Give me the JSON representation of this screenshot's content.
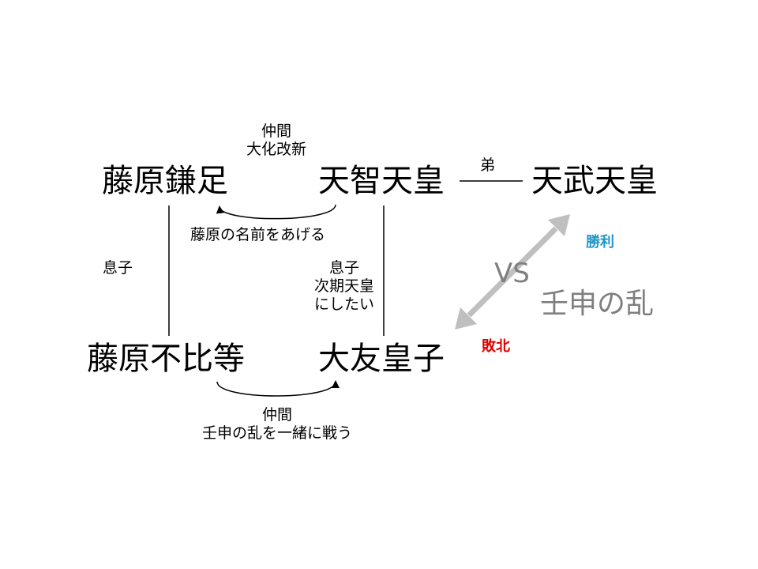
{
  "people": {
    "kamatari": "藤原鎌足",
    "tenji": "天智天皇",
    "tenmu": "天武天皇",
    "fuhito": "藤原不比等",
    "otomo": "大友皇子"
  },
  "labels": {
    "ally_top_1": "仲間",
    "ally_top_2": "大化改新",
    "brother": "弟",
    "give_name": "藤原の名前をあげる",
    "son_left": "息子",
    "son_right_1": "息子",
    "son_right_2": "次期天皇",
    "son_right_3": "にしたい",
    "ally_bottom_1": "仲間",
    "ally_bottom_2": "壬申の乱を一緒に戦う"
  },
  "conflict": {
    "vs": "VS",
    "war": "壬申の乱",
    "win": "勝利",
    "lose": "敗北"
  },
  "colors": {
    "arrow_gray": "#bfbfbf",
    "text_gray": "#7f7f7f",
    "win": "#2196c4",
    "lose": "#e00000"
  }
}
